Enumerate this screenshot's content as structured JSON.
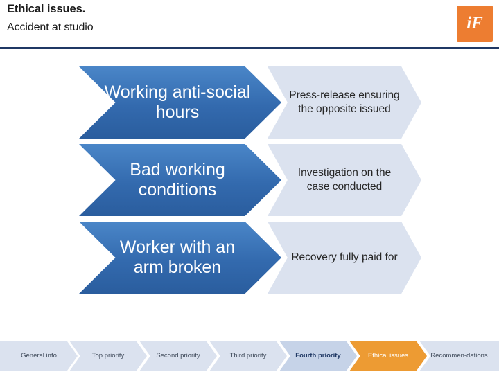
{
  "header": {
    "title_line1": "Ethical issues.",
    "title_line2": "Accident at studio",
    "logo_text": "iF",
    "logo_color": "#ed7d31",
    "rule_color": "#1f3864"
  },
  "rows": [
    {
      "issue": "Working anti-social hours",
      "action": "Press-release ensuring the opposite issued"
    },
    {
      "issue": "Bad working conditions",
      "action": "Investigation on the case conducted"
    },
    {
      "issue": "Worker with an arm broken",
      "action": "Recovery fully paid for"
    }
  ],
  "footer": {
    "items": [
      {
        "label": "General info",
        "state": "plain"
      },
      {
        "label": "Top priority",
        "state": "plain"
      },
      {
        "label": "Second priority",
        "state": "plain"
      },
      {
        "label": "Third priority",
        "state": "plain"
      },
      {
        "label": "Fourth priority",
        "state": "bold"
      },
      {
        "label": "Ethical issues",
        "state": "active"
      },
      {
        "label": "Recommen-dations",
        "state": "plain"
      }
    ],
    "active_color": "#ed9b33"
  }
}
